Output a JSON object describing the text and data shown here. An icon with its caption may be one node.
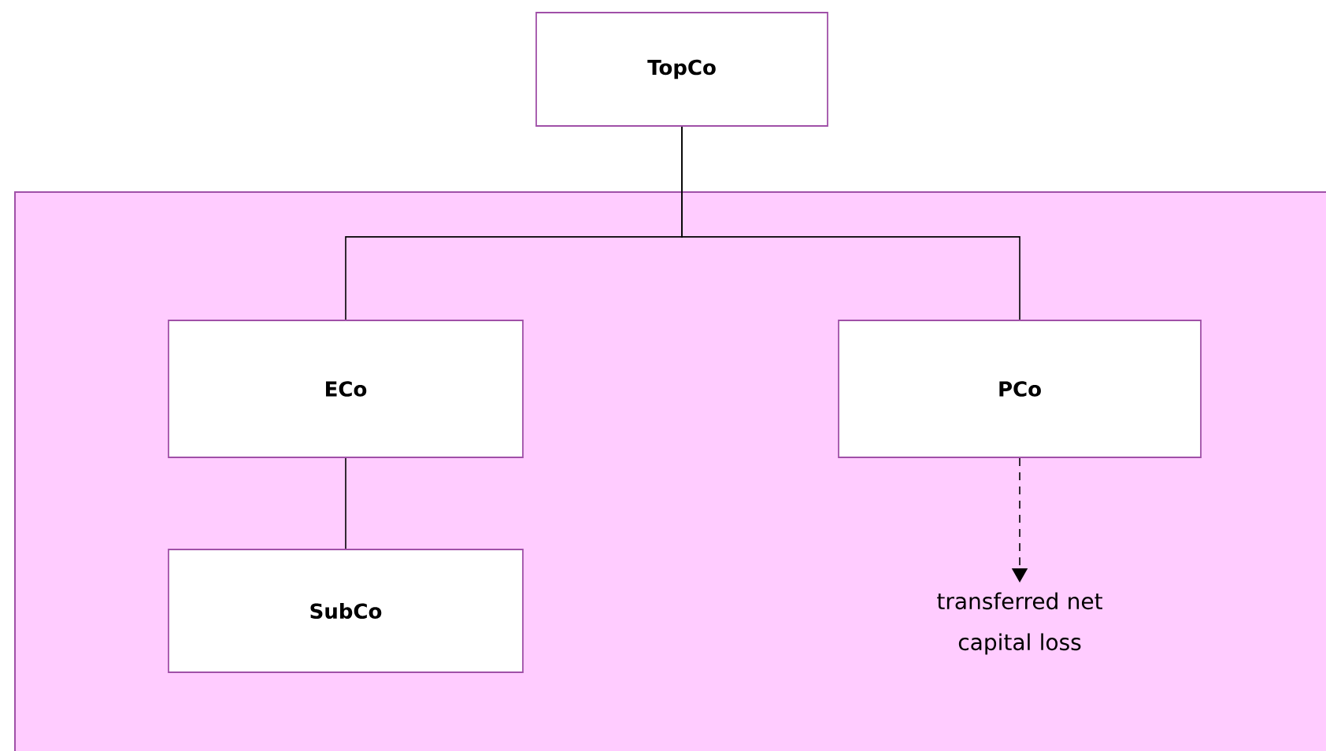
{
  "diagram": {
    "nodes": [
      {
        "text": [
          "TopCo"
        ]
      },
      {
        "text": [],
        "shape": "box"
      },
      {
        "text": [
          "ECo"
        ],
        "in": 1
      },
      {
        "text": [
          "PCo"
        ],
        "in": 1
      },
      {
        "text": [
          "SubCo"
        ],
        "in": 1
      },
      {
        "text": [
          "transferred net capital loss"
        ],
        "in": 1
      }
    ],
    "edges": [
      {
        "from": 0,
        "to": 2,
        "arrow": "none"
      },
      {
        "from": 0,
        "to": 3,
        "arrow": "none"
      },
      {
        "from": 2,
        "to": 4,
        "arrow": "none"
      },
      {
        "from": 3,
        "to": 5,
        "arrow": "to",
        "style": "dashed"
      }
    ]
  }
}
